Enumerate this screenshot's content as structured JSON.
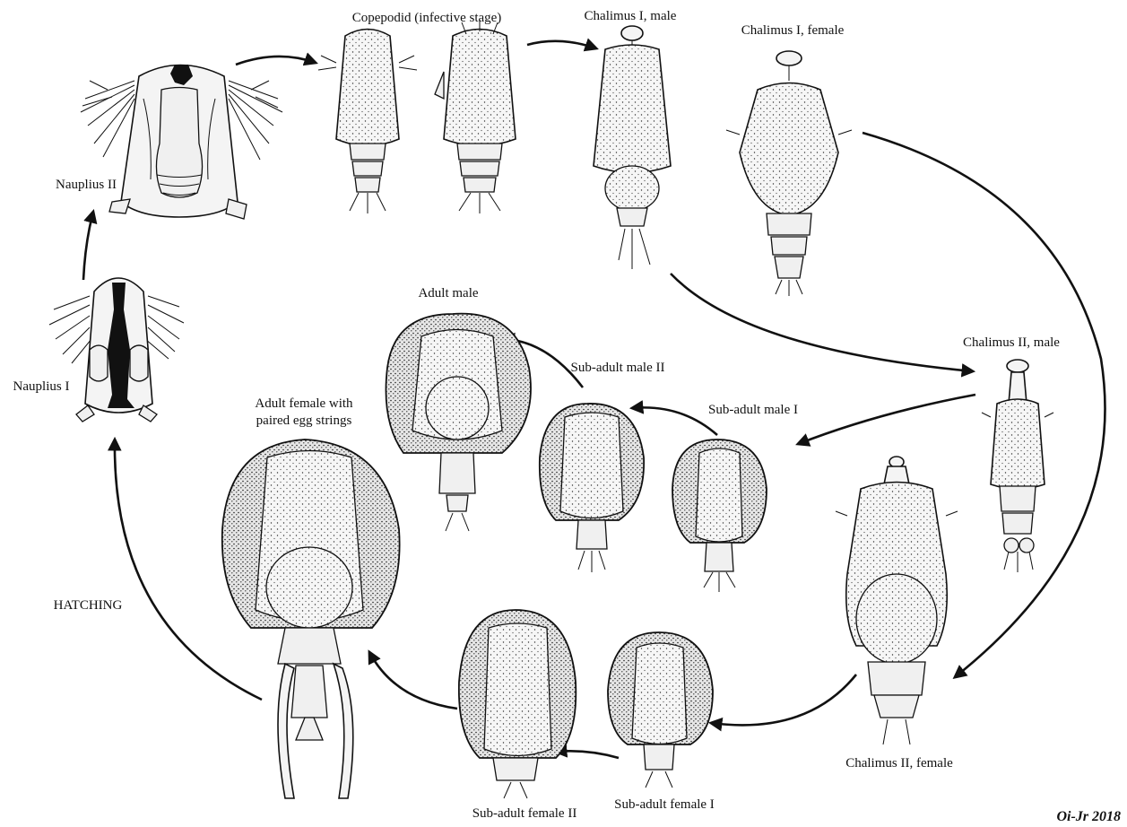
{
  "diagram": {
    "stages": {
      "copepodid": "Copepodid (infective stage)",
      "chalimus_1_male": "Chalimus I, male",
      "chalimus_1_female": "Chalimus I, female",
      "nauplius_2": "Nauplius II",
      "nauplius_1": "Nauplius I",
      "adult_male": "Adult male",
      "sub_adult_male_2": "Sub-adult male II",
      "sub_adult_male_1": "Sub-adult male I",
      "chalimus_2_male": "Chalimus II, male",
      "adult_female_line1": "Adult female with",
      "adult_female_line2": "paired egg strings",
      "hatching": "HATCHING",
      "chalimus_2_female": "Chalimus II, female",
      "sub_adult_female_1": "Sub-adult female I",
      "sub_adult_female_2": "Sub-adult female II"
    },
    "signature": "Oi-Jr 2018",
    "colors": {
      "ink": "#111111",
      "paper": "#ffffff",
      "stipple": "#f0f0f0"
    }
  }
}
